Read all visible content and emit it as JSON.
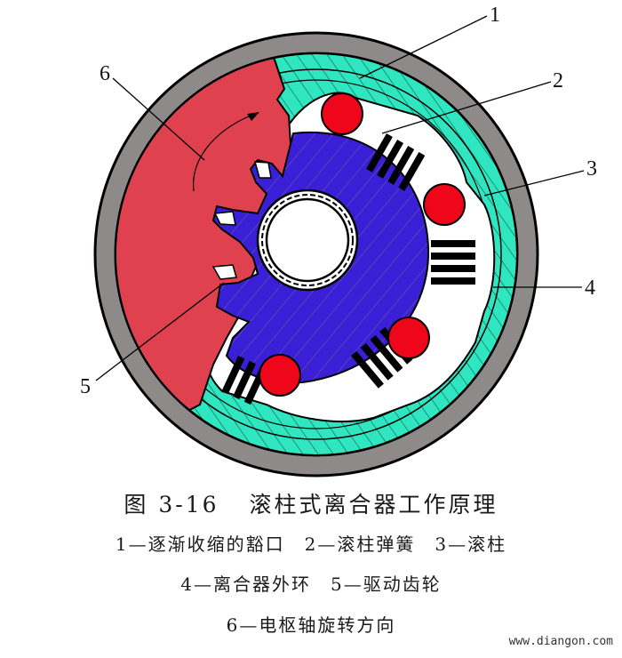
{
  "figure": {
    "number": "图 3-16",
    "title": "滚柱式离合器工作原理"
  },
  "legend": {
    "items": [
      {
        "num": "1",
        "text": "1—逐渐收缩的豁口"
      },
      {
        "num": "2",
        "text": "2—滚柱弹簧"
      },
      {
        "num": "3",
        "text": "3—滚柱"
      },
      {
        "num": "4",
        "text": "4—离合器外环"
      },
      {
        "num": "5",
        "text": "5—驱动齿轮"
      },
      {
        "num": "6",
        "text": "6—电枢轴旋转方向"
      }
    ]
  },
  "callouts": {
    "1": "1",
    "2": "2",
    "3": "3",
    "4": "4",
    "5": "5",
    "6": "6"
  },
  "colors": {
    "outer_ring": "#8f8a8a",
    "outer_clutch_ring": "#2fe6c0",
    "drive_gear": "#3a1fd6",
    "rollers": "#f0061a",
    "armature_section": "#e0414f",
    "springs": "#000000",
    "background": "#ffffff"
  },
  "watermark": "www.diangon.com"
}
